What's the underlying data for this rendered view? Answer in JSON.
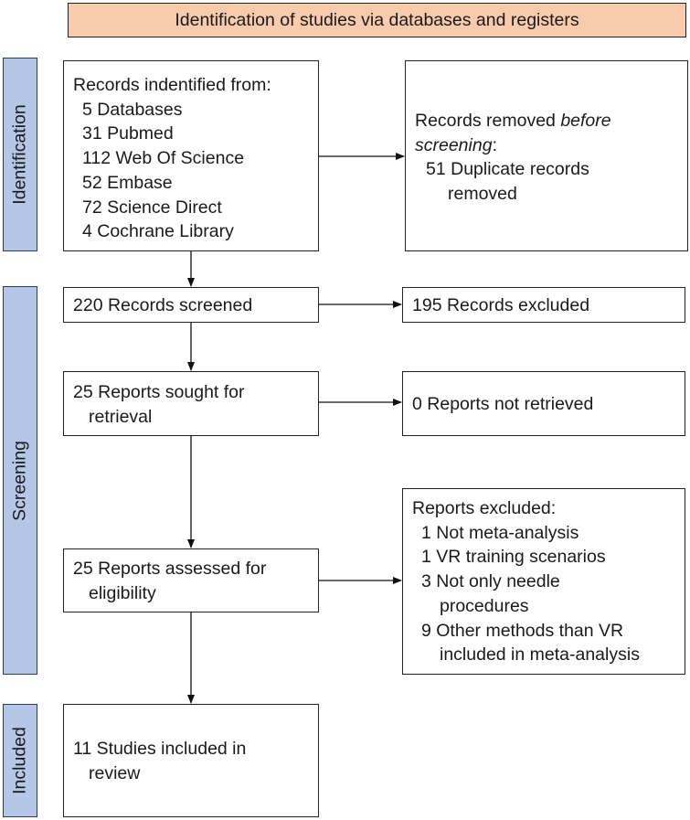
{
  "header": "Identification of studies via databases and registers",
  "phases": {
    "identification": "Identification",
    "screening": "Screening",
    "included": "Included"
  },
  "identification": {
    "title": "Records indentified from:",
    "sources": [
      "5 Databases",
      "31 Pubmed",
      "112 Web Of Science",
      "52 Embase",
      "72 Science Direct",
      "4 Cochrane Library"
    ],
    "removed_prefix": "Records removed ",
    "removed_em1": "before",
    "removed_em2": "screening",
    "removed_colon": ":",
    "removed_count_line1": "51 Duplicate records",
    "removed_count_line2": "removed"
  },
  "screening": {
    "records_screened": "220 Records screened",
    "records_excluded": "195 Records excluded",
    "sought_line1": "25 Reports sought for",
    "sought_line2": "retrieval",
    "not_retrieved": "0 Reports not retrieved",
    "assessed_line1": "25 Reports assessed for",
    "assessed_line2": "eligibility",
    "excluded_title": "Reports excluded:",
    "excluded_items": [
      "1 Not meta-analysis",
      "1 VR training scenarios",
      "3 Not only needle",
      "procedures",
      "9 Other methods than VR",
      "included in meta-analysis"
    ]
  },
  "included": {
    "line1": "11 Studies included in",
    "line2": "review"
  }
}
